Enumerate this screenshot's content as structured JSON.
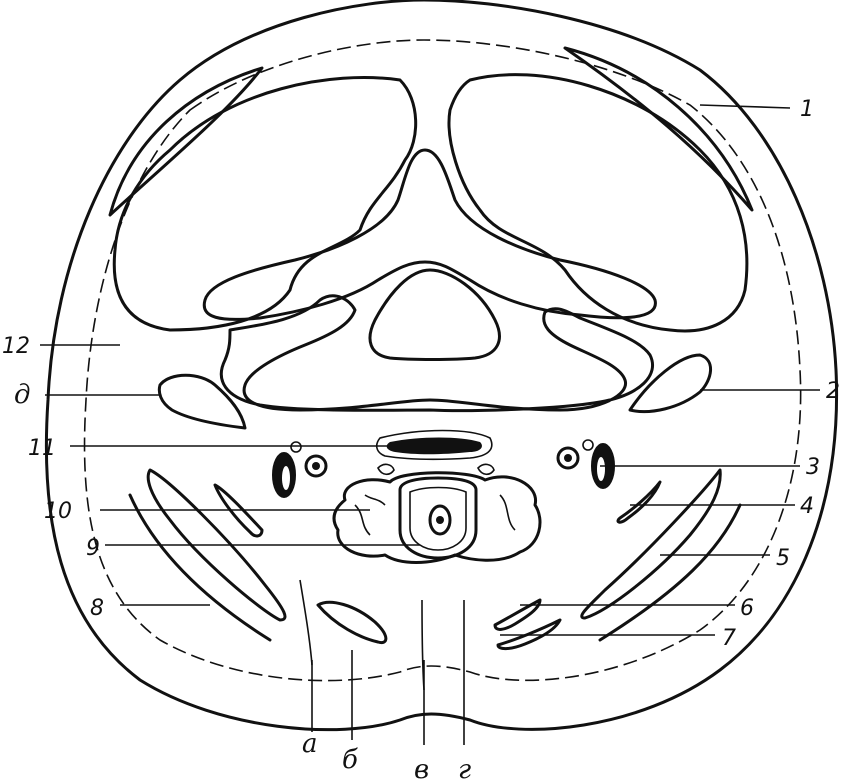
{
  "labels": {
    "n1": "1",
    "n2": "2",
    "n3": "3",
    "n4": "4",
    "n5": "5",
    "n6": "6",
    "n7": "7",
    "n8": "8",
    "n9": "9",
    "n10": "10",
    "n11": "11",
    "n12": "12",
    "d": "д",
    "a": "а",
    "b": "б",
    "v": "в",
    "g": "г"
  }
}
